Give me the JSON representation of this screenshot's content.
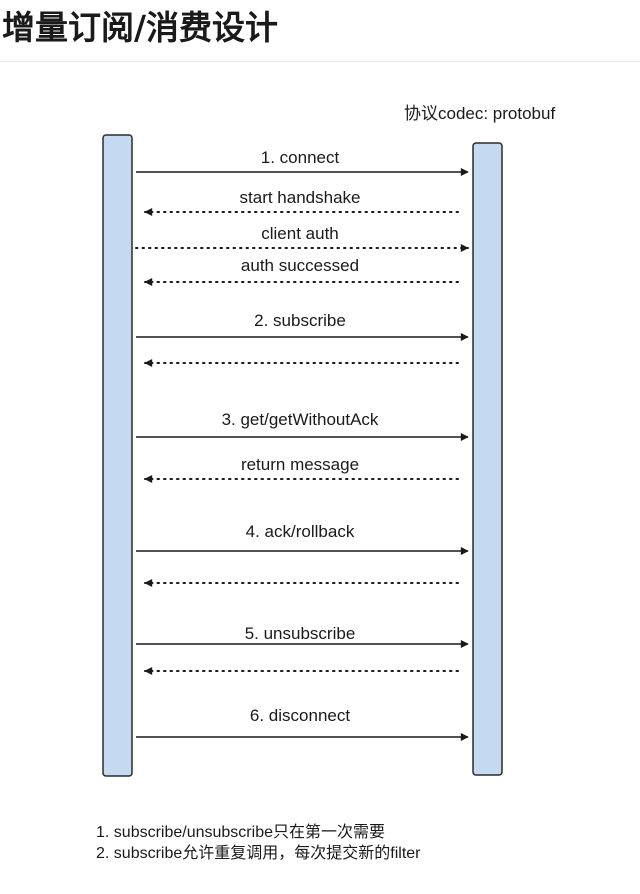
{
  "page": {
    "title": "增量订阅/消费设计"
  },
  "diagram": {
    "protocol_label": "协议codec: protobuf",
    "messages": [
      {
        "label": "1. connect",
        "direction": "right",
        "style": "solid"
      },
      {
        "label": "start handshake",
        "direction": "left",
        "style": "dotted"
      },
      {
        "label": "client auth",
        "direction": "right",
        "style": "dotted"
      },
      {
        "label": "auth successed",
        "direction": "left",
        "style": "dotted"
      },
      {
        "label": "2. subscribe",
        "direction": "right",
        "style": "solid"
      },
      {
        "label": "",
        "direction": "left",
        "style": "dotted"
      },
      {
        "label": "3. get/getWithoutAck",
        "direction": "right",
        "style": "solid"
      },
      {
        "label": "return message",
        "direction": "left",
        "style": "dotted"
      },
      {
        "label": "4. ack/rollback",
        "direction": "right",
        "style": "solid"
      },
      {
        "label": "",
        "direction": "left",
        "style": "dotted"
      },
      {
        "label": "5. unsubscribe",
        "direction": "right",
        "style": "solid"
      },
      {
        "label": "",
        "direction": "left",
        "style": "dotted"
      },
      {
        "label": "6. disconnect",
        "direction": "right",
        "style": "solid"
      }
    ]
  },
  "notes": [
    "1. subscribe/unsubscribe只在第一次需要",
    "2. subscribe允许重复调用，每次提交新的filter"
  ],
  "colors": {
    "lifeline_fill": "#c5d9f1",
    "lifeline_stroke": "#2b2b2b",
    "arrow": "#1a1a1a"
  }
}
